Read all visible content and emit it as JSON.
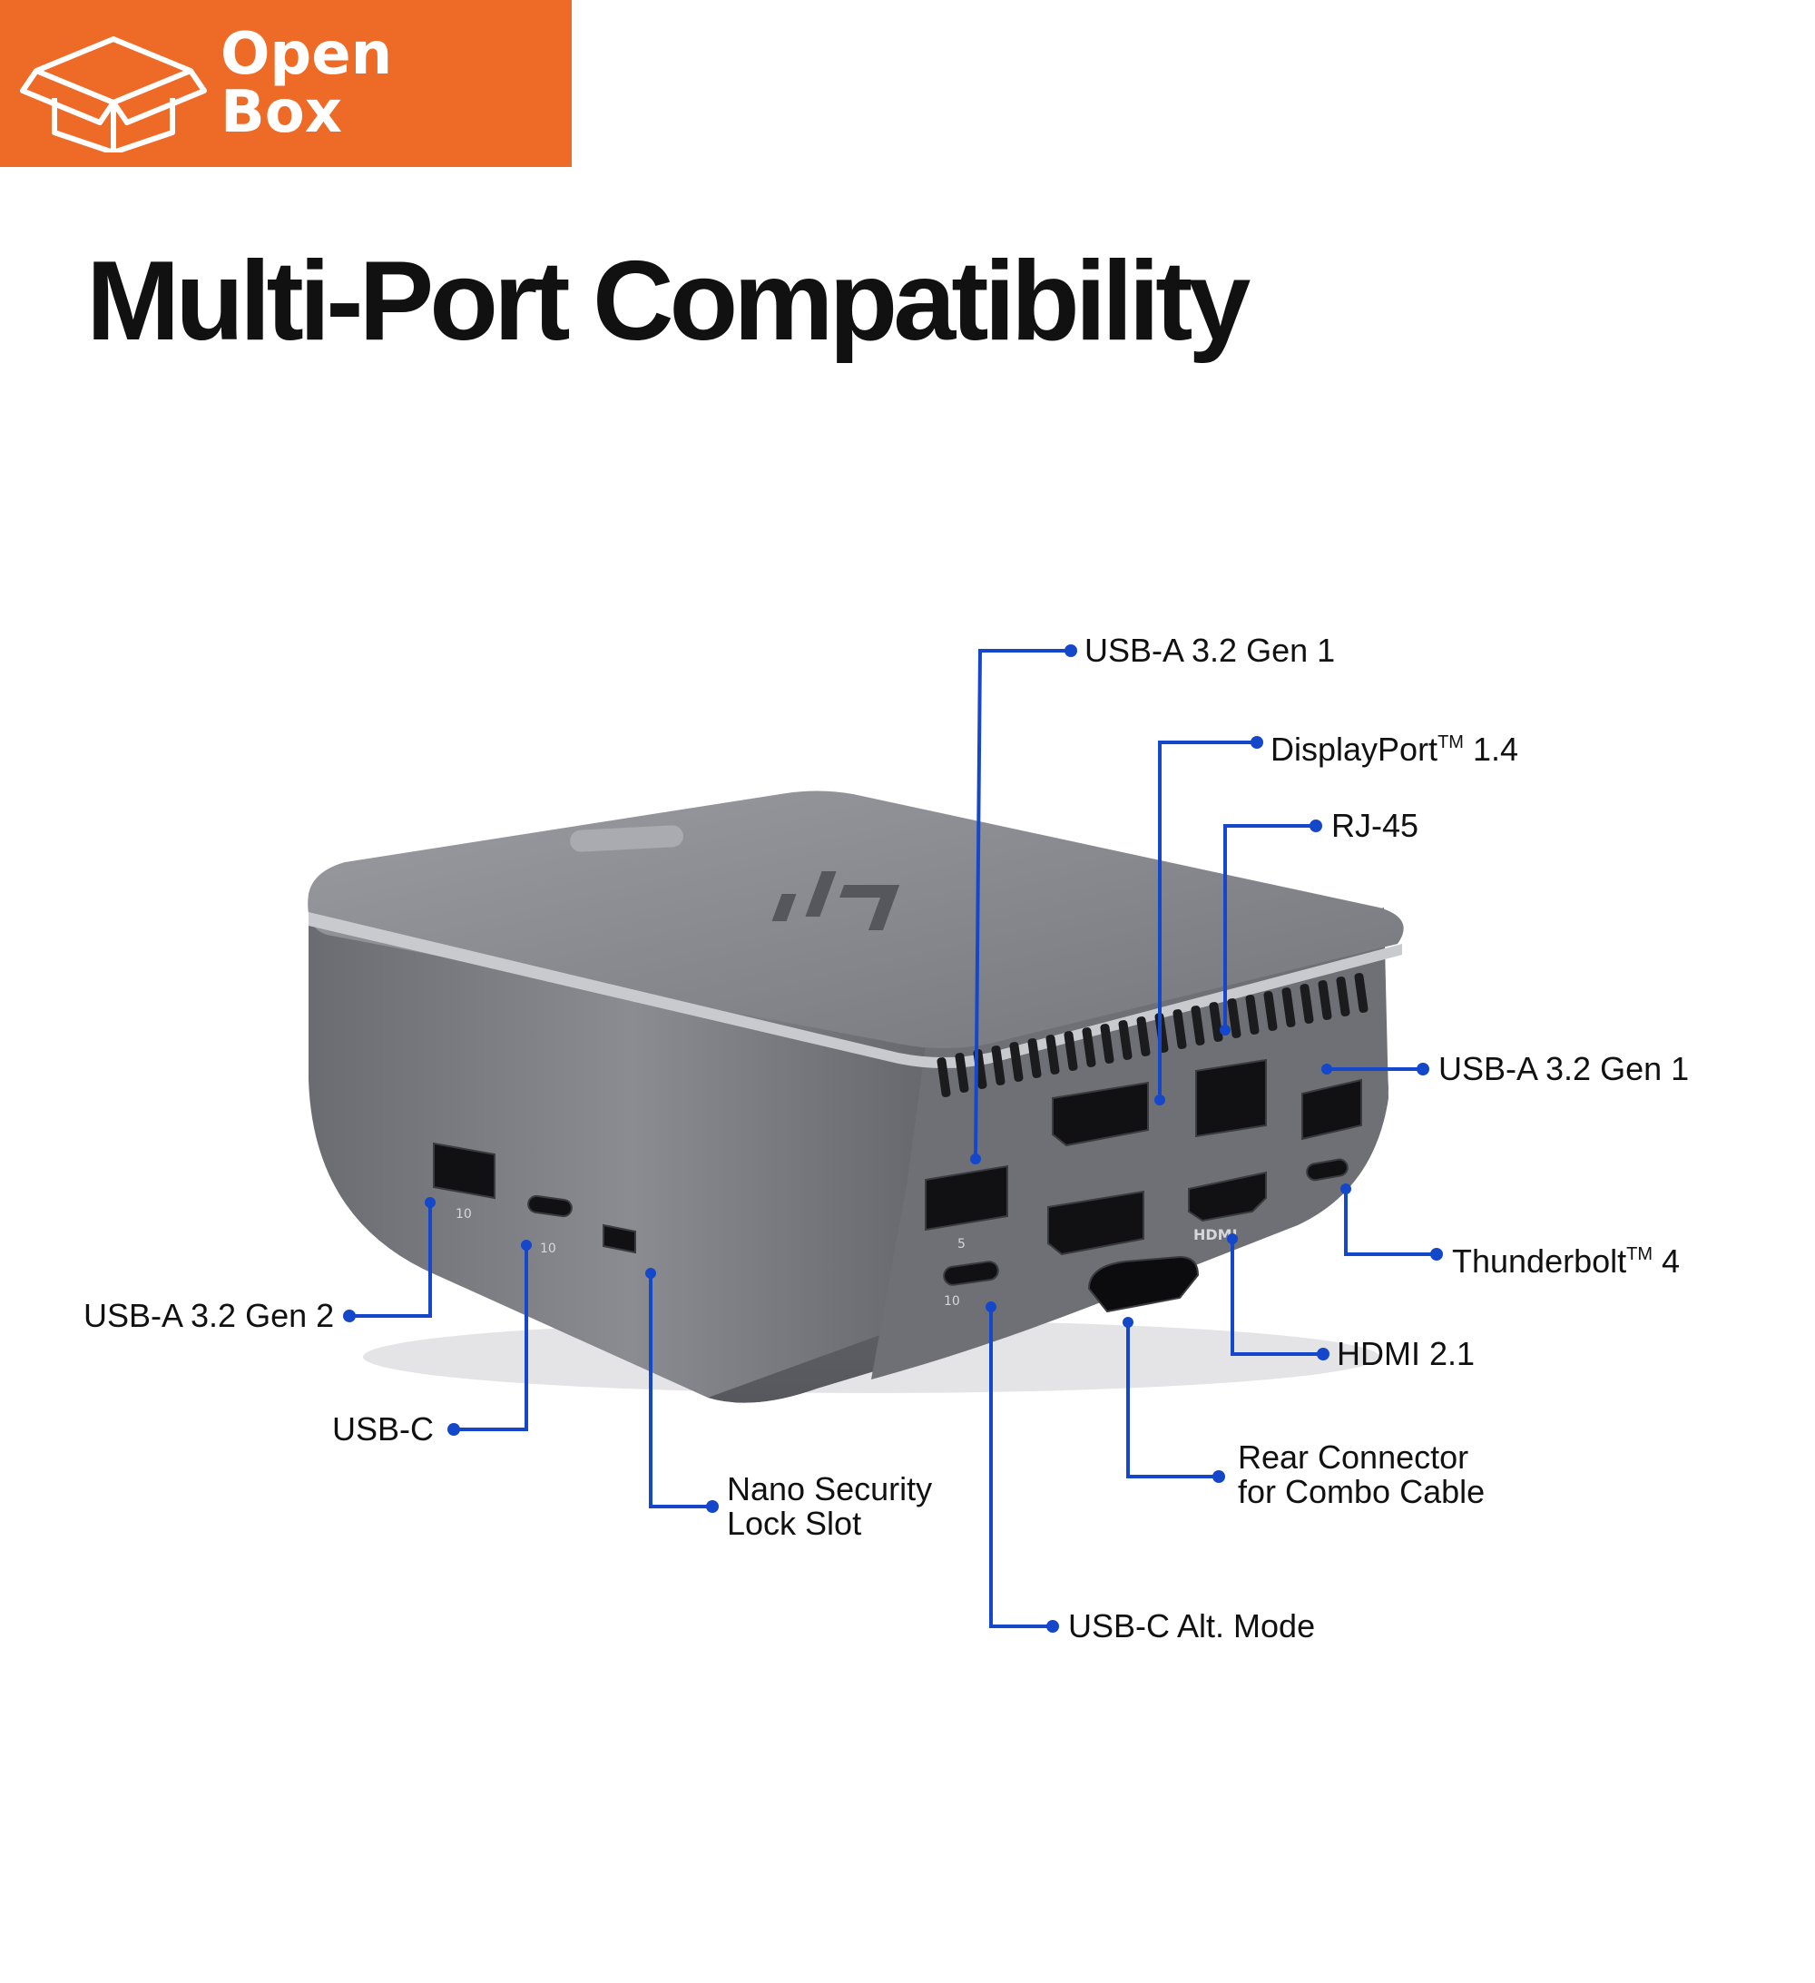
{
  "badge": {
    "line1": "Open",
    "line2": "Box",
    "color": "#ee6a27",
    "icon": "open-box-icon"
  },
  "title": "Multi-Port Compatibility",
  "accent_color": "#1447c9",
  "callouts": {
    "usb_a_top": {
      "text": "USB-A 3.2 Gen 1"
    },
    "displayport": {
      "text": "DisplayPort",
      "sup": "TM",
      "suffix": " 1.4"
    },
    "rj45": {
      "text": "RJ-45"
    },
    "usb_a_right": {
      "text": "USB-A 3.2 Gen 1"
    },
    "thunderbolt": {
      "text": "Thunderbolt",
      "sup": "TM",
      "suffix": " 4"
    },
    "hdmi": {
      "text": "HDMI 2.1"
    },
    "rear_connector": {
      "line1": "Rear Connector",
      "line2": "for Combo Cable"
    },
    "usb_c_alt": {
      "text": "USB-C Alt. Mode"
    },
    "nano_lock": {
      "line1": "Nano Security",
      "line2": "Lock Slot"
    },
    "usb_c": {
      "text": "USB-C"
    },
    "usb_a_gen2": {
      "text": "USB-A 3.2 Gen 2"
    }
  },
  "device_markings": {
    "speed_10": "10",
    "speed_5": "5",
    "hdmi_logo": "HDMI"
  }
}
